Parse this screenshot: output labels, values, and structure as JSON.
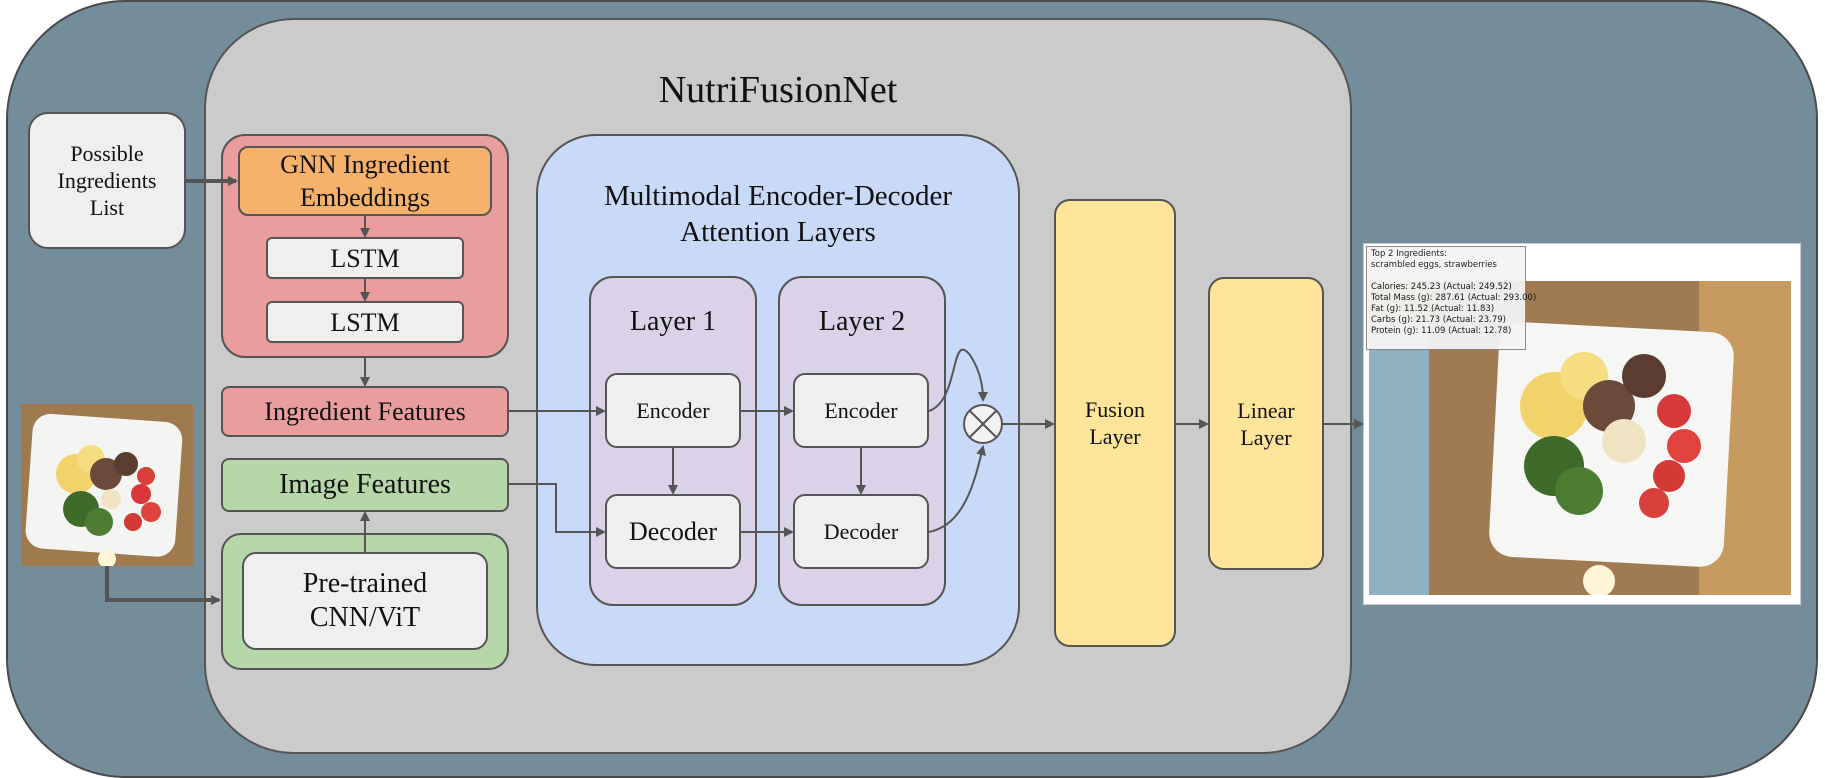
{
  "title": "NutriFusionNet",
  "ingredients_list_label": "Possible Ingredients List",
  "gnn_label": "GNN Ingredient Embeddings",
  "lstm1_label": "LSTM",
  "lstm2_label": "LSTM",
  "ingredient_features_label": "Ingredient Features",
  "image_features_label": "Image Features",
  "cnn_label": "Pre-trained CNN/ViT",
  "attention": {
    "title_line1": "Multimodal Encoder-Decoder",
    "title_line2": "Attention Layers",
    "layer1_label": "Layer 1",
    "layer2_label": "Layer 2",
    "encoder_label": "Encoder",
    "decoder_label": "Decoder"
  },
  "fusion_label": "Fusion Layer",
  "linear_label": "Linear Layer",
  "output": {
    "heading": "Top 2 Ingredients:",
    "ingredients": "scrambled eggs, strawberries",
    "calories": "Calories: 245.23 (Actual: 249.52)",
    "mass": "Total Mass (g): 287.61 (Actual: 293.00)",
    "fat": "Fat (g): 11.52 (Actual: 11.83)",
    "carbs": "Carbs (g): 21.73 (Actual: 23.79)",
    "protein": "Protein (g): 11.09 (Actual: 12.78)"
  },
  "colors": {
    "outer_bg": "#738d9a",
    "main_bg": "#cbcbcb",
    "red_panel": "#ea9d9d",
    "orange": "#f6b26b",
    "green_panel": "#b6d7a8",
    "blue_panel": "#c9daf8",
    "purple_layer": "#d9d2e9",
    "yellow": "#ffe599",
    "grey_box": "#efefef"
  }
}
